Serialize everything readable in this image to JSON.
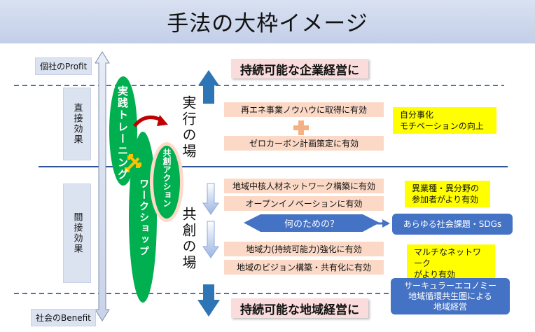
{
  "title": "手法の大枠イメージ",
  "axis": {
    "top_label": "個社のProfit",
    "bottom_label": "社会のBenefit"
  },
  "effects": {
    "direct": "直接効果",
    "indirect": "間接効果"
  },
  "methods": {
    "training": "実践トレーニング",
    "workshop": "ワークショップ",
    "action": "共創アクション"
  },
  "places": {
    "execution": "実行の場",
    "cocreation": "共創の場"
  },
  "banners": {
    "top": "持続可能な企業経営に",
    "bottom": "持続可能な地域経営に"
  },
  "execution_items": [
    "再エネ事業ノウハウに取得に有効",
    "ゼロカーボン計画策定に有効"
  ],
  "cocreation_items": [
    "地域中核人材ネットワーク構築に有効",
    "オープンイノベーションに有効",
    "地域力(持続可能力)強化に有効",
    "地域のビジョン構築・共有化に有効"
  ],
  "question": "何のための？",
  "yellow_notes": [
    "自分事化\nモチベーションの向上",
    "異業種・異分野の\n参加者がより有効",
    "マルチなネットワーク\nがより有効"
  ],
  "blue_boxes": {
    "goal": "あらゆる社会課題・SDGs",
    "economy": "サーキュラーエコノミー\n地域循環共生圏による\n地域経営"
  },
  "colors": {
    "accent_blue": "#4472c4",
    "ellipse_green": "#00b050",
    "salmon": "#fbd9c6",
    "yellow": "#ffff00",
    "pink": "#fadcdc"
  }
}
